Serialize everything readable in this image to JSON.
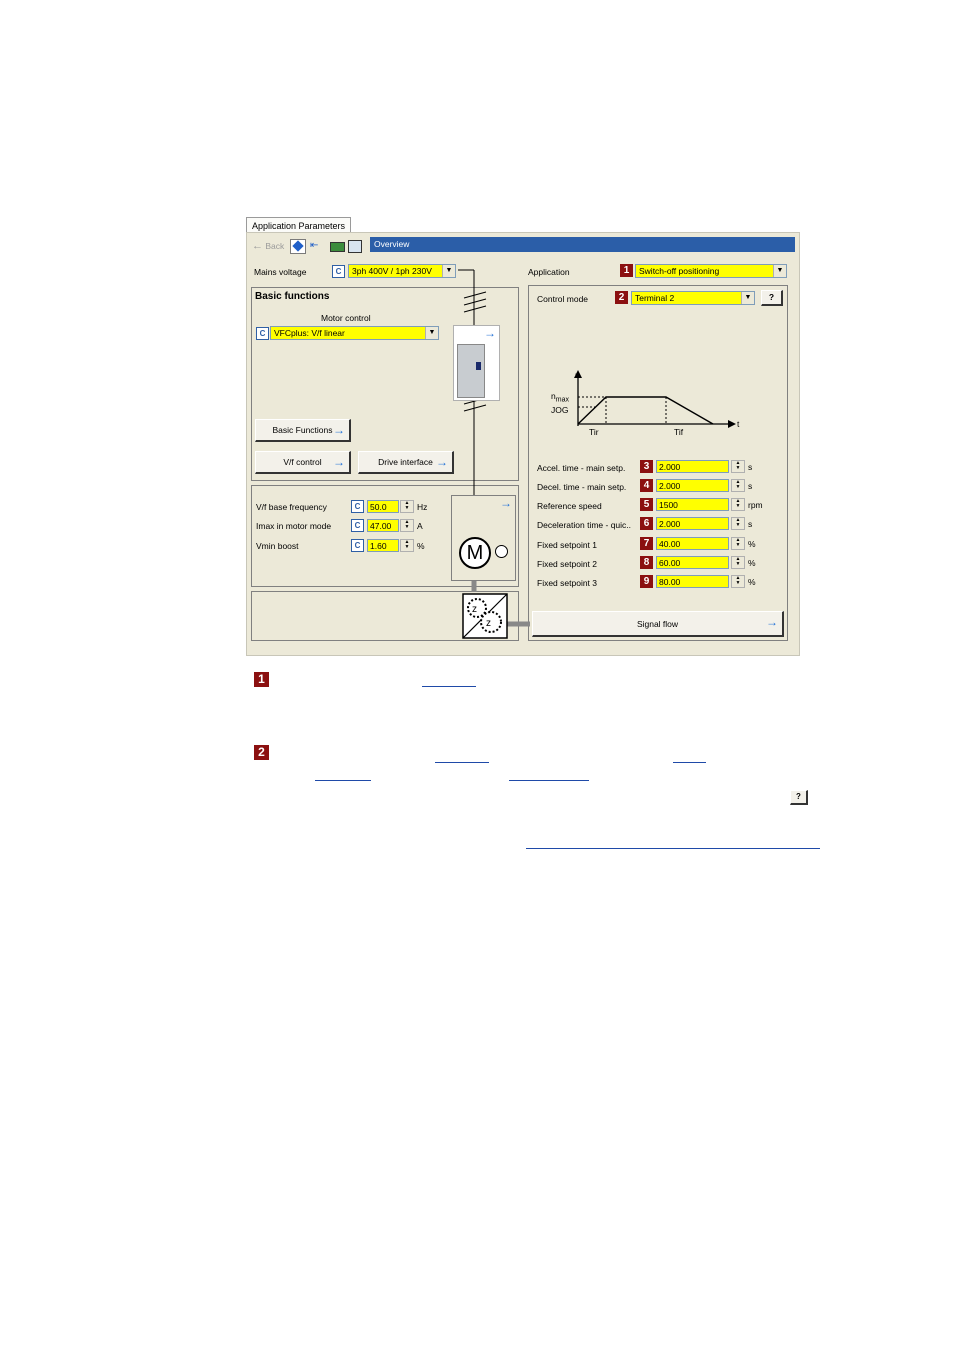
{
  "tab": {
    "label": "Application Parameters"
  },
  "toolbar": {
    "back_label": "Back",
    "breadcrumb": "Overview"
  },
  "mains": {
    "label": "Mains voltage",
    "c": "C",
    "value": "3ph 400V / 1ph 230V"
  },
  "application": {
    "label": "Application",
    "num": "1",
    "value": "Switch-off positioning"
  },
  "basic": {
    "title": "Basic functions",
    "motor_control_label": "Motor control",
    "c": "C",
    "motor_control_value": "VFCplus: V/f linear",
    "btn_basic": "Basic Functions",
    "btn_vf": "V/f control",
    "btn_drive": "Drive interface"
  },
  "params": [
    {
      "label": "V/f base frequency",
      "c": "C",
      "value": "50.0",
      "unit": "Hz"
    },
    {
      "label": "Imax in motor mode",
      "c": "C",
      "value": "47.00",
      "unit": "A"
    },
    {
      "label": "Vmin boost",
      "c": "C",
      "value": "1.60",
      "unit": "%"
    }
  ],
  "motor": {
    "letter": "M"
  },
  "control_mode": {
    "label": "Control mode",
    "num": "2",
    "value": "Terminal 2",
    "help": "?"
  },
  "graph": {
    "n": "n",
    "nmax": "n",
    "nmax_sub": "max",
    "jog": "JOG",
    "t": "t",
    "tir": "Tir",
    "tif": "Tif"
  },
  "right_params": [
    {
      "label": "Accel. time - main setp.",
      "num": "3",
      "value": "2.000",
      "unit": "s"
    },
    {
      "label": "Decel. time - main setp.",
      "num": "4",
      "value": "2.000",
      "unit": "s"
    },
    {
      "label": "Reference speed",
      "num": "5",
      "value": "1500",
      "unit": "rpm"
    },
    {
      "label": "Deceleration time - quic..",
      "num": "6",
      "value": "2.000",
      "unit": "s"
    },
    {
      "label": "Fixed setpoint 1",
      "num": "7",
      "value": "40.00",
      "unit": "%"
    },
    {
      "label": "Fixed setpoint 2",
      "num": "8",
      "value": "60.00",
      "unit": "%"
    },
    {
      "label": "Fixed setpoint 3",
      "num": "9",
      "value": "80.00",
      "unit": "%"
    }
  ],
  "signal_flow": {
    "label": "Signal flow"
  },
  "legend": {
    "one": "1",
    "two": "2",
    "help": "?"
  }
}
